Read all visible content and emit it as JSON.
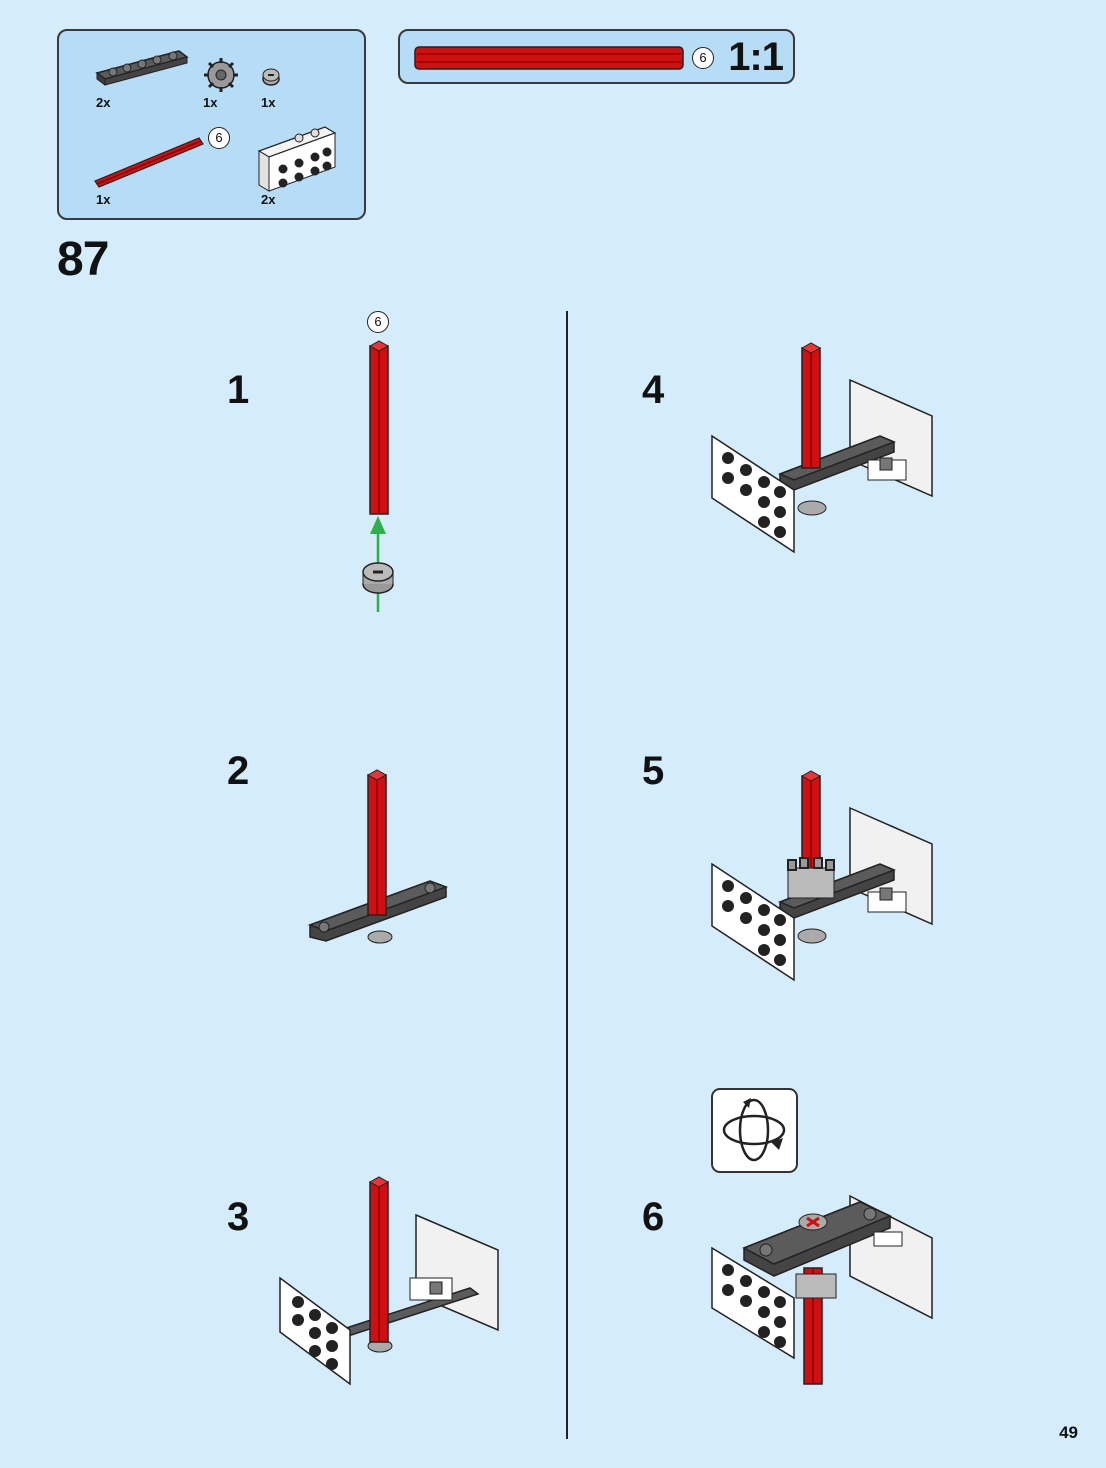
{
  "parts_list": {
    "items": [
      {
        "name": "dark grey plate 1x6",
        "qty": "2x"
      },
      {
        "name": "gear",
        "qty": "1x"
      },
      {
        "name": "bush",
        "qty": "1x"
      },
      {
        "name": "red axle",
        "qty": "1x",
        "length": "6"
      },
      {
        "name": "white bracket",
        "qty": "2x"
      }
    ]
  },
  "scale_indicator": {
    "axle_length": "6",
    "scale": "1:1"
  },
  "step": {
    "number": "87"
  },
  "substeps": [
    {
      "number": "1",
      "axle_length": "6"
    },
    {
      "number": "2"
    },
    {
      "number": "3"
    },
    {
      "number": "4"
    },
    {
      "number": "5"
    },
    {
      "number": "6"
    }
  ],
  "rotate_icon": "rotate-model-icon",
  "page": {
    "number": "49"
  },
  "colors": {
    "background": "#d4ecfb",
    "panel": "#b7dcf6",
    "axle_red": "#d01010",
    "arrow_green": "#2db04b"
  }
}
